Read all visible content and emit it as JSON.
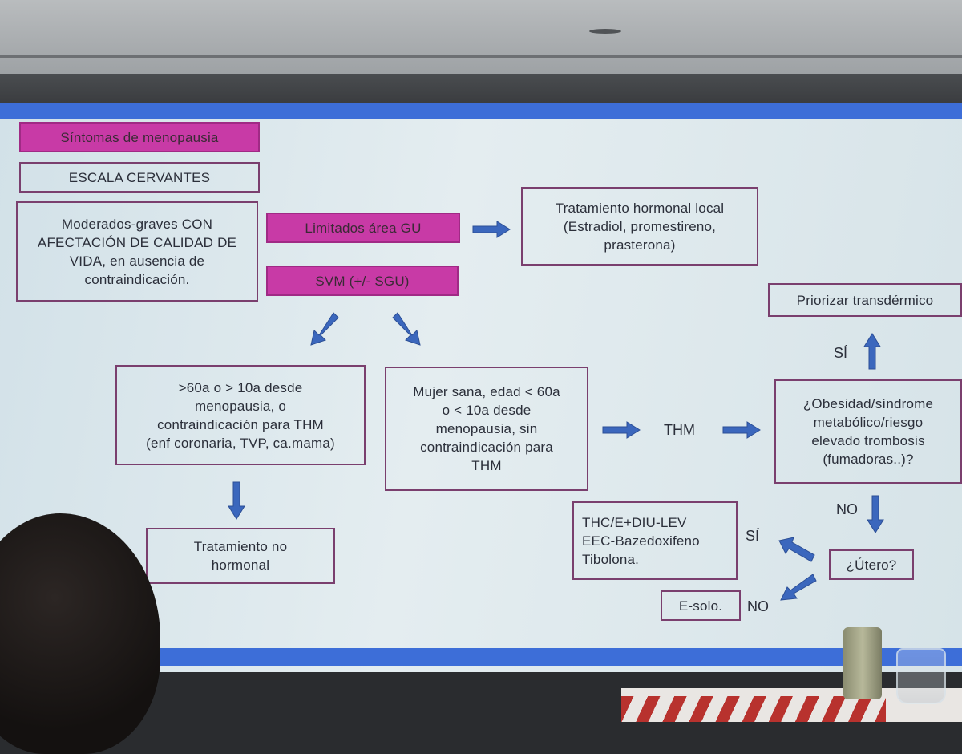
{
  "colors": {
    "accent": "#3d6ed8",
    "magenta_box": "#c83aa6",
    "box_border": "#7a3f6e",
    "arrow_fill": "#3b67bd"
  },
  "flowchart": {
    "title": "Síntomas de menopausia",
    "scale": "ESCALA CERVANTES",
    "severity": "Moderados-graves CON\nAFECTACIÓN DE CALIDAD DE\nVIDA,  en ausencia de\ncontraindicación.",
    "gu_limited": "Limitados área GU",
    "local_treatment": "Tratamiento hormonal local\n(Estradiol, promestireno,\nprasterona)",
    "svm": "SVM (+/- SGU)",
    "contraindication": ">60a o > 10a desde\nmenopausia, o\ncontraindicación para THM\n(enf coronaria, TVP, ca.mama)",
    "non_hormonal": "Tratamiento no\nhormonal",
    "healthy_woman": "Mujer sana, edad < 60a\no < 10a desde\nmenopausia, sin\ncontraindicación para\nTHM",
    "thm": "THM",
    "obesity_question": "¿Obesidad/síndrome\nmetabólico/riesgo\nelevado trombosis\n(fumadoras..)?",
    "transdermal": "Priorizar transdérmico",
    "yes_up": "SÍ",
    "no_down": "NO",
    "uterus_question": "¿Útero?",
    "yes_left": "SÍ",
    "no_left": "NO",
    "combined_options": "THC/E+DIU-LEV\nEEC-Bazedoxifeno\nTibolona.",
    "estrogen_only": "E-solo."
  }
}
